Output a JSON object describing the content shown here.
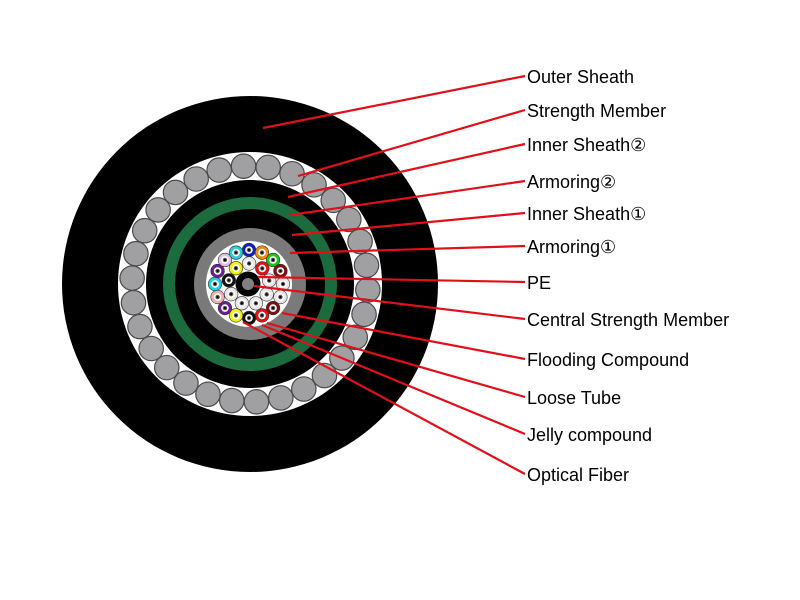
{
  "title": "Optical cable cross-section",
  "colors": {
    "outer_sheath": "#000000",
    "strength_member": "#a0a0a2",
    "strength_member_stroke": "#4a4a4a",
    "gap": "#ffffff",
    "inner_sheath": "#000000",
    "armoring_2": "#1c6b3e",
    "armoring_1": "#7a7a7a",
    "flooding_compound": "#ffffff",
    "pe": "#000000",
    "central_strength_member": "#808080",
    "leader_line": "#e0101a",
    "fiber_core": "#000000",
    "fiber_gap": "#ffffff"
  },
  "tubes": {
    "outer_ring_colors": [
      "#1020c0",
      "#f08c10",
      "#18c818",
      "#801010",
      "#e8e8e8",
      "#e8e8e8",
      "#801010",
      "#e81010",
      "#101010",
      "#f0f010",
      "#6a2090",
      "#f0b0b0",
      "#20d0d8",
      "#6a2090",
      "#e0c0e0",
      "#20d0d8"
    ],
    "inner_ring_colors": [
      "#f0f010",
      "#e8e8e8",
      "#e81010",
      "#e8e8e8",
      "#e8e8e8",
      "#e8e8e8",
      "#e8e8e8",
      "#e8e8e8",
      "#101010"
    ]
  },
  "labels": [
    {
      "name": "outer-sheath",
      "text": "Outer Sheath"
    },
    {
      "name": "strength-member",
      "text": "Strength Member"
    },
    {
      "name": "inner-sheath-2",
      "text": "Inner Sheath②"
    },
    {
      "name": "armoring-2",
      "text": "Armoring②"
    },
    {
      "name": "inner-sheath-1",
      "text": "Inner Sheath①"
    },
    {
      "name": "armoring-1",
      "text": "Armoring①"
    },
    {
      "name": "pe",
      "text": "PE"
    },
    {
      "name": "central-strength-member",
      "text": "Central Strength Member"
    },
    {
      "name": "flooding-compound",
      "text": "Flooding Compound"
    },
    {
      "name": "loose-tube",
      "text": "Loose Tube"
    },
    {
      "name": "jelly-compound",
      "text": "Jelly compound"
    },
    {
      "name": "optical-fiber",
      "text": "Optical Fiber"
    }
  ]
}
